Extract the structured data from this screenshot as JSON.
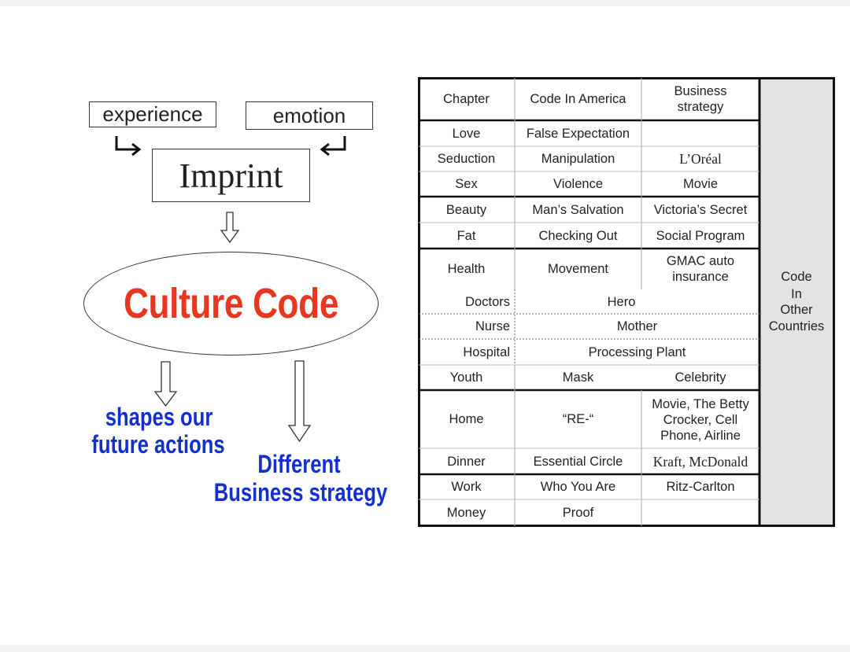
{
  "diagram": {
    "experience": "experience",
    "emotion": "emotion",
    "imprint": "Imprint",
    "culture_code": "Culture Code",
    "shapes_line1": "shapes our",
    "shapes_line2": "future actions",
    "different": "Different",
    "business_strategy": "Business strategy",
    "arrow_bent_right": "↳",
    "arrow_bent_left": "↵"
  },
  "colors": {
    "culture_code": "#e8371e",
    "blue_text": "#1230cc",
    "side_column": "#e3e3e3"
  },
  "table": {
    "header": {
      "chapter": "Chapter",
      "code": "Code In America",
      "strategy_1": "Business",
      "strategy_2": "strategy"
    },
    "side": {
      "line1": "Code",
      "line2": "In",
      "line3": "Other",
      "line4": "Countries"
    },
    "rows": {
      "love": {
        "chapter": "Love",
        "code": "False Expectation"
      },
      "seduction": {
        "chapter": "Seduction",
        "code": "Manipulation",
        "strategy": "L’Oréal"
      },
      "sex": {
        "chapter": "Sex",
        "code": "Violence",
        "strategy": "Movie"
      },
      "beauty": {
        "chapter": "Beauty",
        "code": "Man’s Salvation",
        "strategy": "Victoria’s Secret"
      },
      "fat": {
        "chapter": "Fat",
        "code": "Checking Out",
        "strategy": "Social Program"
      },
      "health": {
        "chapter": "Health",
        "code": "Movement",
        "strategy_1": "GMAC auto",
        "strategy_2": "insurance"
      },
      "doctors": {
        "chapter": "Doctors",
        "code": "Hero"
      },
      "nurse": {
        "chapter": "Nurse",
        "code": "Mother"
      },
      "hospital": {
        "chapter": "Hospital",
        "code": "Processing Plant"
      },
      "youth": {
        "chapter": "Youth",
        "code": "Mask",
        "strategy": "Celebrity"
      },
      "home": {
        "chapter": "Home",
        "code": "“RE-“",
        "strategy_1": "Movie, The Betty",
        "strategy_2": "Crocker, Cell",
        "strategy_3": "Phone, Airline"
      },
      "dinner": {
        "chapter": "Dinner",
        "code": "Essential Circle",
        "strategy": "Kraft, McDonald"
      },
      "work": {
        "chapter": "Work",
        "code": "Who You Are",
        "strategy": "Ritz-Carlton"
      },
      "money": {
        "chapter": "Money",
        "code": "Proof"
      }
    }
  }
}
